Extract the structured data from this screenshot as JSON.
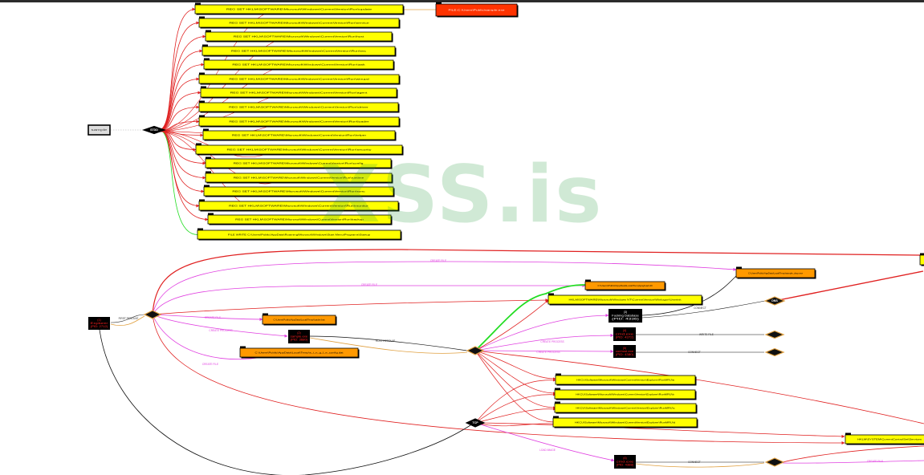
{
  "watermark": "XSS.is",
  "colors": {
    "top_node": "#ffff00",
    "file_node": "#ff3300",
    "process_node": "#ff9900",
    "edge_red": "#e02020",
    "edge_magenta": "#e040e0",
    "edge_green": "#22dd22",
    "edge_orange": "#e0a040"
  },
  "top_cluster": {
    "hub_label": "STDD",
    "source_label": "sample",
    "file_label": "FILE:C:\\Users\\Public\\sample.exe",
    "rows": [
      "REG SET HKLM\\SOFTWARE\\Microsoft\\Windows\\CurrentVersion\\Run\\update",
      "REG SET HKLM\\SOFTWARE\\Microsoft\\Windows\\CurrentVersion\\Run\\service",
      "REG SET HKLM\\SOFTWARE\\Microsoft\\Windows\\CurrentVersion\\Run\\host",
      "REG SET HKLM\\SOFTWARE\\Microsoft\\Windows\\CurrentVersion\\Run\\svc",
      "REG SET HKLM\\SOFTWARE\\Microsoft\\Windows\\CurrentVersion\\Run\\task",
      "REG SET HKLM\\SOFTWARE\\Microsoft\\Windows\\CurrentVersion\\Run\\winupd",
      "REG SET HKLM\\SOFTWARE\\Microsoft\\Windows\\CurrentVersion\\Run\\agent",
      "REG SET HKLM\\SOFTWARE\\Microsoft\\Windows\\CurrentVersion\\Run\\driver",
      "REG SET HKLM\\SOFTWARE\\Microsoft\\Windows\\CurrentVersion\\Run\\loader",
      "REG SET HKLM\\SOFTWARE\\Microsoft\\Windows\\CurrentVersion\\Run\\helper",
      "REG SET HKLM\\SOFTWARE\\Microsoft\\Windows\\CurrentVersion\\Run\\security",
      "REG SET HKLM\\SOFTWARE\\Microsoft\\Windows\\CurrentVersion\\Run\\config",
      "REG SET HKLM\\SOFTWARE\\Microsoft\\Windows\\CurrentVersion\\Run\\runtime",
      "REG SET HKLM\\SOFTWARE\\Microsoft\\Windows\\CurrentVersion\\Run\\sync",
      "REG SET HKLM\\SOFTWARE\\Microsoft\\Windows\\CurrentVersion\\Run\\monitor",
      "REG SET HKLM\\SOFTWARE\\Microsoft\\Windows\\CurrentVersion\\Run\\backup",
      "FILE WRITE C:\\Users\\Public\\AppData\\Roaming\\Microsoft\\Windows\\Start Menu\\Programs\\Startup"
    ]
  },
  "bottom_cluster": {
    "root_process": {
      "line1": "(1)",
      "line2": "Explorer",
      "line3": "(PID: 2712)"
    },
    "root_hub_label": "",
    "proc_a": {
      "line1": "(2)",
      "line2": "sample.exe",
      "line3": "(PID: 3680)"
    },
    "proc_b": {
      "line1": "(3)",
      "line2": "Fucking Database",
      "line3": "(PID: 4336)"
    },
    "proc_c": {
      "line1": "(4)",
      "line2": "cmd.exe",
      "line3": "(PID: 4372)"
    },
    "proc_d": {
      "line1": "(5)",
      "line2": "conhost.exe",
      "line3": "(PID: 4380)"
    },
    "proc_e": {
      "line1": "(6)",
      "line2": "cmd.exe",
      "line3": "(PID: 4388)"
    },
    "mid_hub_label": "",
    "hub3_label": "TCP",
    "hub_b_label": "DNS",
    "orange_nodes": [
      "C:\\Users\\Public\\AppData\\Local\\Temp\\sample_drop.exe",
      "C:\\Users\\Public\\AppData\\Local\\Temp\\payload.dll",
      "C:\\Users\\Public\\AppData\\Local\\Temp\\loader.bat",
      "C:\\Users\\Public\\AppData\\Local\\Temp\\s_i_n_g_l_e_config.dat"
    ],
    "long_yellow": "HKLM\\SOFTWARE\\Microsoft\\Windows NT\\CurrentVersion\\Winlogon\\Userinit",
    "yellow_rows": [
      "HKCU\\Software\\Microsoft\\Windows\\CurrentVersion\\Explorer\\RunMRU\\a",
      "HKCU\\Software\\Microsoft\\Windows\\CurrentVersion\\Explorer\\RunMRU\\b",
      "HKCU\\Software\\Microsoft\\Windows\\CurrentVersion\\Explorer\\RunMRU\\c",
      "HKCU\\Software\\Microsoft\\Windows\\CurrentVersion\\Explorer\\RunMRU\\d"
    ],
    "right_yellow_bottom": "HKLM\\SYSTEM\\CurrentControlSet\\Services",
    "edge_labels": {
      "create_file": "CREATE FILE",
      "create_process": "CREATE PROCESS",
      "host_resolve": "HOST RESOLVE",
      "connect": "CONNECT",
      "first_resolve": "FIRST RESOLVE",
      "load_image": "LOAD IMAGE",
      "write_file": "WRITE FILE"
    }
  }
}
